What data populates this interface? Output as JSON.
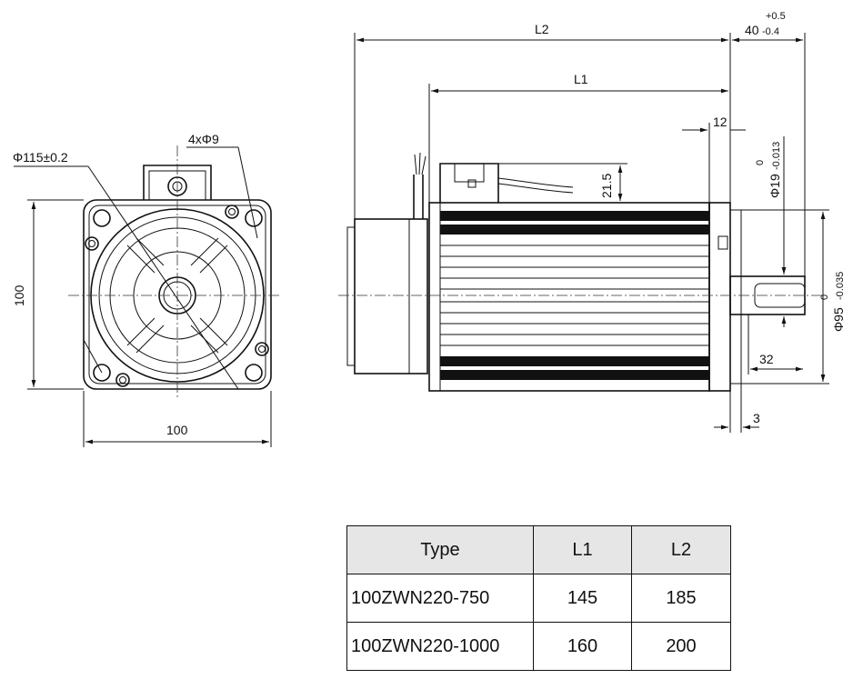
{
  "front_view": {
    "pcd_label": "Φ115±0.2",
    "holes_label": "4xΦ9",
    "height_label": "100",
    "width_label": "100"
  },
  "side_view": {
    "l2_label": "L2",
    "l1_label": "L1",
    "shaft_len_label": "40",
    "shaft_tol_upper": "+0.5",
    "shaft_tol_lower": "-0.4",
    "flange_label": "12",
    "connector_label": "21.5",
    "shaft_dia_label": "Φ19",
    "shaft_dia_tol_upper": "0",
    "shaft_dia_tol_lower": "-0.013",
    "spigot_dia_label": "Φ95",
    "spigot_dia_tol_upper": "0",
    "spigot_dia_tol_lower": "-0.035",
    "key_len_label": "32",
    "spigot_len_label": "3"
  },
  "spec_table": {
    "headers": [
      "Type",
      "L1",
      "L2"
    ],
    "rows": [
      [
        "100ZWN220-750",
        "145",
        "185"
      ],
      [
        "100ZWN220-1000",
        "160",
        "200"
      ]
    ]
  }
}
